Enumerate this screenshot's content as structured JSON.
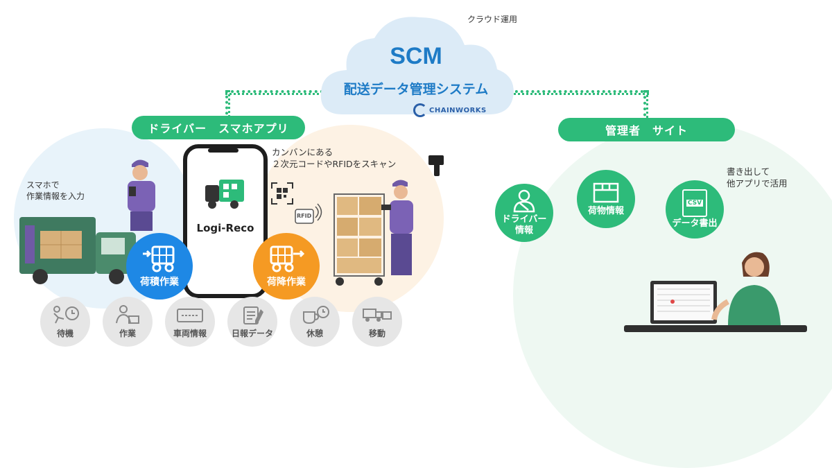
{
  "cloud": {
    "caption": "クラウド運用",
    "title": "SCM",
    "subtitle": "配送データ管理システム",
    "logo_text": "CHAINWORKS"
  },
  "driver_label": "ドライバー　スマホアプリ",
  "admin_label": "管理者　サイト",
  "left_note": "スマホで\n作業情報を入力",
  "scan_note": "カンバンにある\n２次元コードやRFIDをスキャン",
  "export_note": "書き出して\n他アプリで活用",
  "app_name": "Logi-Reco",
  "rfid_text": "RFID",
  "csv_text": "CSV",
  "loading_label": "荷積作業",
  "unloading_label": "荷降作業",
  "bottom_icons": [
    "待機",
    "作業",
    "車両情報",
    "日報データ",
    "休憩",
    "移動"
  ],
  "admin_features": [
    "ドライバー\n情報",
    "荷物情報",
    "データ書出"
  ],
  "colors": {
    "green": "#2dbb7a",
    "blue": "#1e88e5",
    "orange": "#f59a23",
    "gray": "#e6e6e6"
  }
}
